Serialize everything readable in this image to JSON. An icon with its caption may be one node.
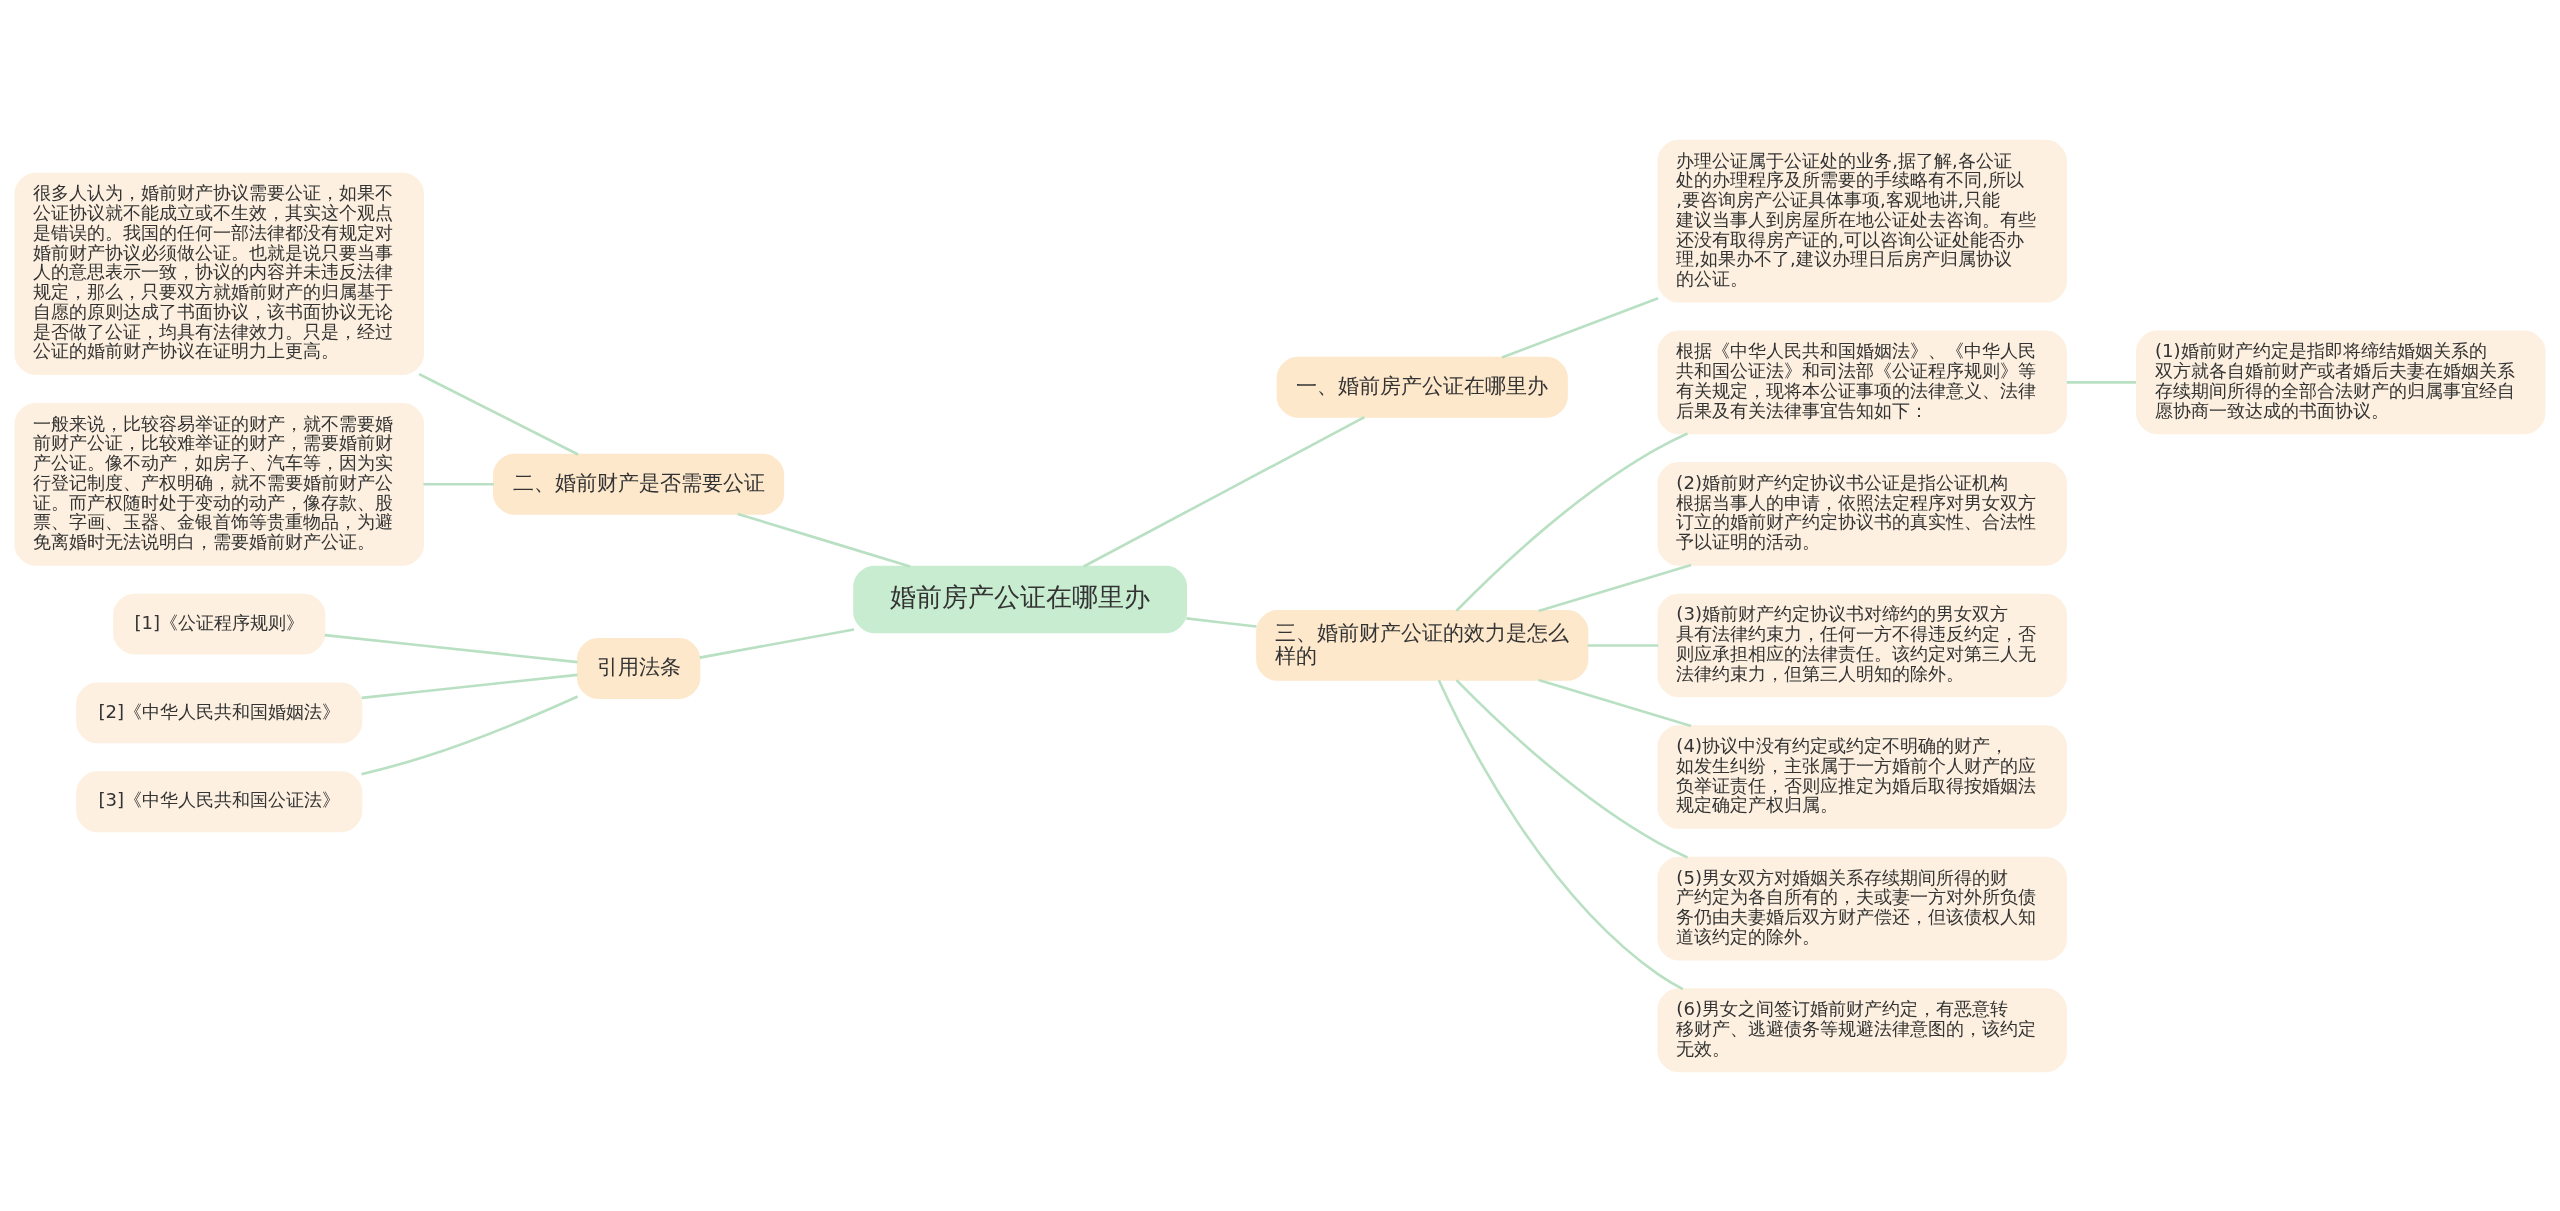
{
  "diagram": {
    "nodes": [
      {
        "text": [
          "婚前房产公证在哪里办"
        ]
      },
      {
        "text": [
          "一、婚前房产公证在哪里办"
        ]
      },
      {
        "text": [
          "办理公证属于公证处的业务,据了解,各公证处的办理程序及所需要的手续略有不同,所以,要咨询房产公证具体事项,客观地讲,只能建议当事人到房屋所在地公证处去咨询。有些还没有取得房产证的,可以咨询公证处能否办理,如果办不了,建议办理日后房产归属协议的公证。"
        ]
      },
      {
        "text": [
          "三、婚前财产公证的效力是怎么样的"
        ]
      },
      {
        "text": [
          "根据《中华人民共和国婚姻法》、《中华人民共和国公证法》和司法部《公证程序规则》等有关规定，现将本公证事项的法律意义、法律后果及有关法律事宜告知如下："
        ]
      },
      {
        "text": [
          "(1)婚前财产约定是指即将缔结婚姻关系的双方就各自婚前财产或者婚后夫妻在婚姻关系存续期间所得的全部合法财产的归属事宜经自愿协商一致达成的书面协议。"
        ]
      },
      {
        "text": [
          "(2)婚前财产约定协议书公证是指公证机构根据当事人的申请，依照法定程序对男女双方订立的婚前财产约定协议书的真实性、合法性予以证明的活动。"
        ]
      },
      {
        "text": [
          "(3)婚前财产约定协议书对缔约的男女双方具有法律约束力，任何一方不得违反约定，否则应承担相应的法律责任。该约定对第三人无法律约束力，但第三人明知的除外。"
        ]
      },
      {
        "text": [
          "(4)协议中没有约定或约定不明确的财产，如发生纠纷，主张属于一方婚前个人财产的应负举证责任，否则应推定为婚后取得按婚姻法规定确定产权归属。"
        ]
      },
      {
        "text": [
          "(5)男女双方对婚姻关系存续期间所得的财产约定为各自所有的，夫或妻一方对外所负债务仍由夫妻婚后双方财产偿还，但该债权人知道该约定的除外。"
        ]
      },
      {
        "text": [
          "(6)男女之间签订婚前财产约定，有恶意转移财产、逃避债务等规避法律意图的，该约定无效。"
        ]
      },
      {
        "text": [
          "二、婚前财产是否需要公证"
        ]
      },
      {
        "text": [
          "很多人认为，婚前财产协议需要公证，如果不公证协议就不能成立或不生效，其实这个观点是错误的。我国的任何一部法律都没有规定对婚前财产协议必须做公证。也就是说只要当事人的意思表示一致，协议的内容并未违反法律规定，那么，只要双方就婚前财产的归属基于自愿的原则达成了书面协议，该书面协议无论是否做了公证，均具有法律效力。只是，经过公证的婚前财产协议在证明力上更高。"
        ]
      },
      {
        "text": [
          "一般来说，比较容易举证的财产，就不需要婚前财产公证，比较难举证的财产，需要婚前财产公证。像不动产，如房子、汽车等，因为实行登记制度、产权明确，就不需要婚前财产公证。而产权随时处于变动的动产，像存款、股票、字画、玉器、金银首饰等贵重物品，为避免离婚时无法说明白，需要婚前财产公证。"
        ]
      },
      {
        "text": [
          "引用法条"
        ]
      },
      {
        "text": [
          "[1]《公证程序规则》"
        ]
      },
      {
        "text": [
          "[2]《中华人民共和国婚姻法》"
        ]
      },
      {
        "text": [
          "[3]《中华人民共和国公证法》"
        ]
      }
    ],
    "edges": [
      {
        "from": 0,
        "to": 1,
        "arrow": "none"
      },
      {
        "from": 1,
        "to": 2,
        "arrow": "none"
      },
      {
        "from": 0,
        "to": 3,
        "arrow": "none"
      },
      {
        "from": 3,
        "to": 4,
        "arrow": "none"
      },
      {
        "from": 4,
        "to": 5,
        "arrow": "none"
      },
      {
        "from": 3,
        "to": 6,
        "arrow": "none"
      },
      {
        "from": 3,
        "to": 7,
        "arrow": "none"
      },
      {
        "from": 3,
        "to": 8,
        "arrow": "none"
      },
      {
        "from": 3,
        "to": 9,
        "arrow": "none"
      },
      {
        "from": 3,
        "to": 10,
        "arrow": "none"
      },
      {
        "from": 0,
        "to": 11,
        "arrow": "none"
      },
      {
        "from": 11,
        "to": 12,
        "arrow": "none"
      },
      {
        "from": 11,
        "to": 13,
        "arrow": "none"
      },
      {
        "from": 0,
        "to": 14,
        "arrow": "none"
      },
      {
        "from": 14,
        "to": 15,
        "arrow": "none"
      },
      {
        "from": 14,
        "to": 16,
        "arrow": "none"
      },
      {
        "from": 14,
        "to": 17,
        "arrow": "none"
      }
    ]
  }
}
